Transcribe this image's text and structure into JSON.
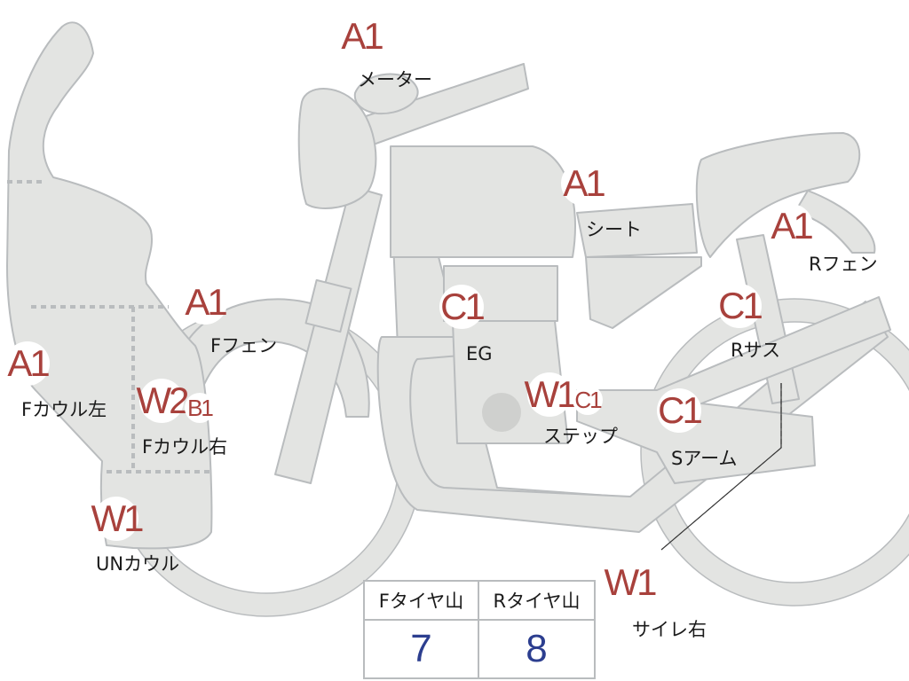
{
  "colors": {
    "body_fill": "#e3e4e2",
    "outline": "#b9bcbe",
    "badge_text": "#a8413c",
    "value_text": "#2c3e8f"
  },
  "badges": [
    {
      "id": "meter",
      "code": "A1",
      "label": "メーター"
    },
    {
      "id": "seat",
      "code": "A1",
      "label": "シート"
    },
    {
      "id": "rear-fender",
      "code": "A1",
      "label": "Rフェン"
    },
    {
      "id": "front-fender",
      "code": "A1",
      "label": "Fフェン"
    },
    {
      "id": "engine",
      "code": "C1",
      "label": "EG"
    },
    {
      "id": "rear-suspension",
      "code": "C1",
      "label": "Rサス"
    },
    {
      "id": "front-cowl-left",
      "code": "A1",
      "label": "Fカウル左"
    },
    {
      "id": "front-cowl-right",
      "code": "W2",
      "code2": "B1",
      "label": "Fカウル右"
    },
    {
      "id": "step",
      "code": "W1",
      "code2": "C1",
      "label": "ステップ"
    },
    {
      "id": "swing-arm",
      "code": "C1",
      "label": "Sアーム"
    },
    {
      "id": "under-cowl",
      "code": "W1",
      "label": "UNカウル"
    },
    {
      "id": "silencer-right",
      "code": "W1",
      "label": "サイレ右"
    }
  ],
  "tire_table": {
    "headers": [
      "Fタイヤ山",
      "Rタイヤ山"
    ],
    "values": [
      "7",
      "8"
    ]
  }
}
